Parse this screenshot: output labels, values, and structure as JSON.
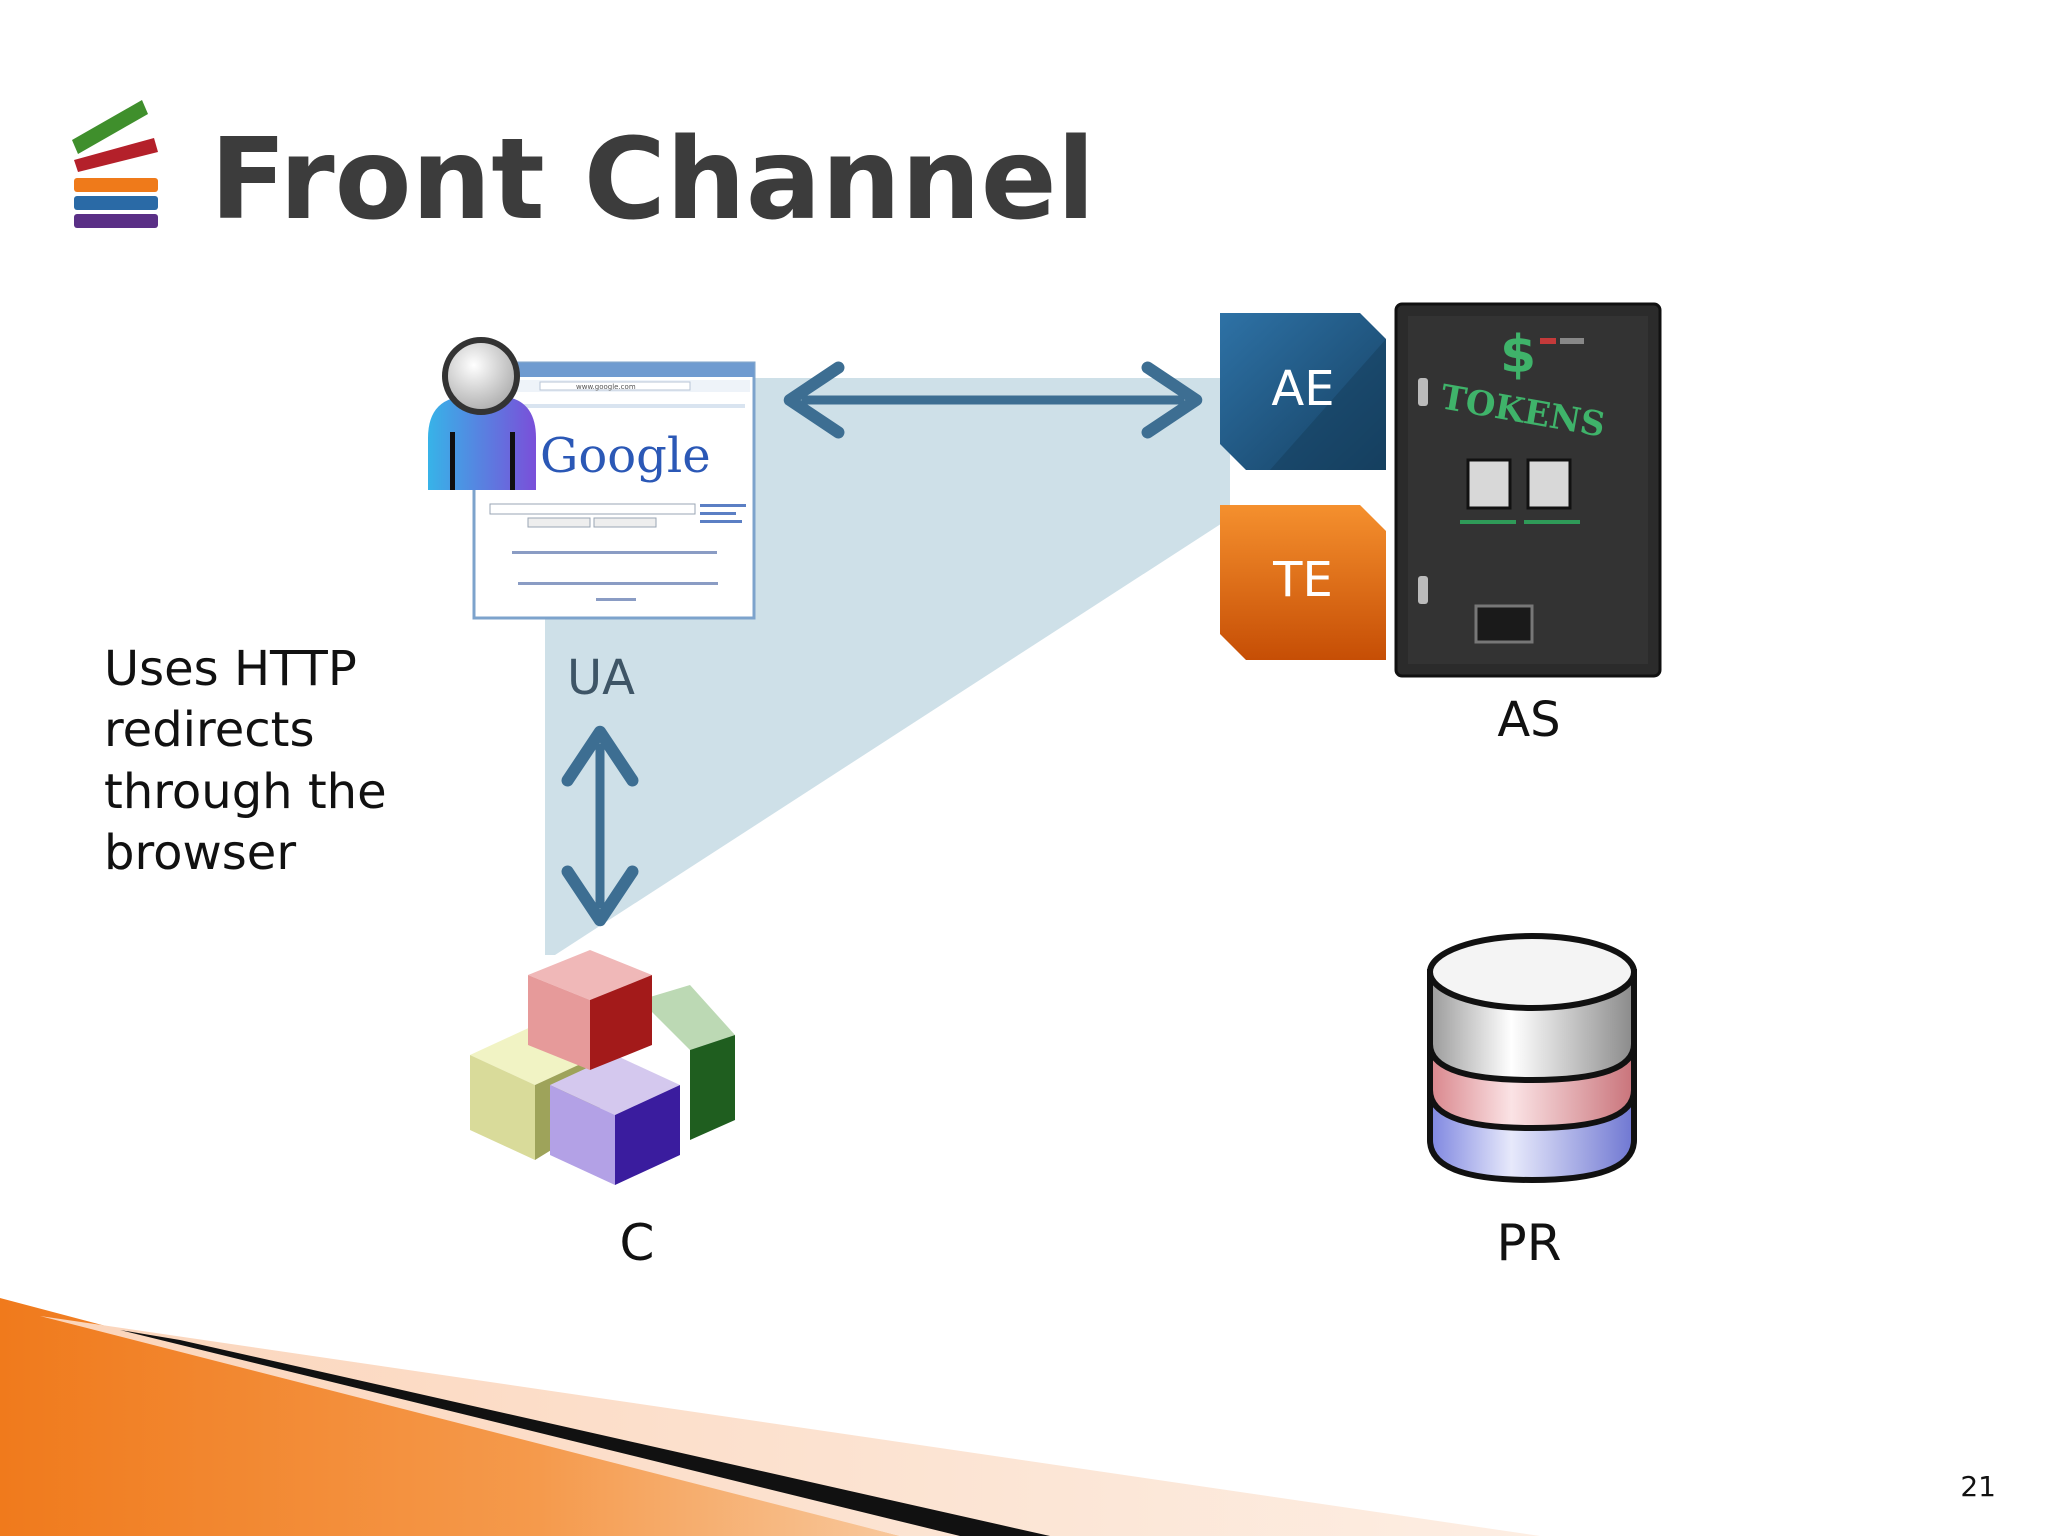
{
  "slide": {
    "title": "Front Channel",
    "page_number": "21",
    "note_lines": [
      "Uses HTTP",
      "redirects",
      "through the",
      "browser"
    ]
  },
  "nodes": {
    "ua": "UA",
    "ae": "AE",
    "te": "TE",
    "as": "AS",
    "c": "C",
    "pr": "PR"
  },
  "browser_window": {
    "logo_text": "Google",
    "address_text": "www.google.com"
  },
  "vending_machine": {
    "symbol": "$",
    "label": "TOKENS"
  },
  "colors": {
    "channel_fill": "#c9dde6",
    "arrow": "#3d6e92",
    "ae_box": "#1f5a86",
    "te_box": "#e8650e",
    "accent_orange": "#f07a1c"
  }
}
